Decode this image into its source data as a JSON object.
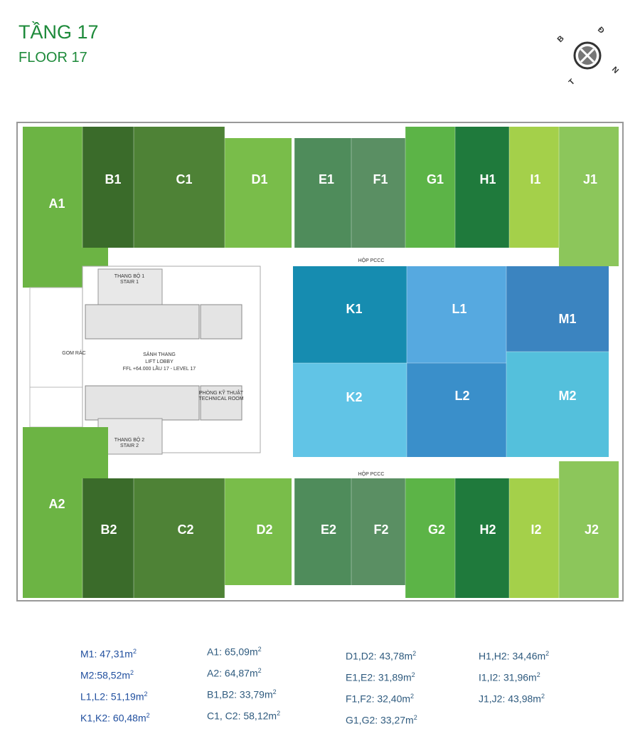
{
  "title": {
    "vi": "TẦNG 17",
    "en": "FLOOR 17"
  },
  "compass": {
    "letters": [
      "B",
      "Đ",
      "N",
      "T"
    ]
  },
  "plan": {
    "units": [
      "A1",
      "B1",
      "C1",
      "D1",
      "E1",
      "F1",
      "G1",
      "H1",
      "I1",
      "J1",
      "K1",
      "L1",
      "M1",
      "K2",
      "L2",
      "M2",
      "A2",
      "B2",
      "C2",
      "D2",
      "E2",
      "F2",
      "G2",
      "H2",
      "I2",
      "J2"
    ],
    "colors": {
      "A": "#6cb444",
      "B": "#3a6b2a",
      "C": "#4e8236",
      "D": "#79bd4a",
      "E": "#4f8c5b",
      "F": "#5a8f63",
      "G": "#5cb447",
      "H": "#1f7a3c",
      "I": "#a4d04a",
      "J": "#8cc65b",
      "K1": "#168cb0",
      "L1": "#56a9e0",
      "M1": "#3b84c0",
      "K2": "#61c4e6",
      "L2": "#3a8fca",
      "M2": "#54c0dc"
    },
    "labels": {
      "hop_pccc": "HỘP PCCC",
      "com_rac": "GOM RÁC",
      "lobby_vi": "SẢNH THANG",
      "lobby_en": "LIFT LOBBY",
      "level": "FFL +64.000 LẦU 17 - LEVEL 17",
      "stair1": "THANG BỘ 1",
      "stair1_en": "STAIR 1",
      "stair2": "THANG BỘ 2",
      "stair2_en": "STAIR 2",
      "technical": "PHÒNG KỸ THUẬT",
      "technical_en": "TECHNICAL ROOM"
    }
  },
  "areas": {
    "col1": [
      {
        "text": "M1: 47,31m",
        "sup": "2"
      },
      {
        "text": "M2:58,52m",
        "sup": "2"
      },
      {
        "text": "L1,L2: 51,19m",
        "sup": "2"
      },
      {
        "text": "K1,K2: 60,48m",
        "sup": "2"
      }
    ],
    "col2": [
      {
        "text": "A1: 65,09m",
        "sup": "2"
      },
      {
        "text": "A2: 64,87m",
        "sup": "2"
      },
      {
        "text": "B1,B2: 33,79m",
        "sup": "2"
      },
      {
        "text": "C1, C2: 58,12m",
        "sup": "2"
      }
    ],
    "col3": [
      {
        "text": "D1,D2: 43,78m",
        "sup": "2"
      },
      {
        "text": "E1,E2: 31,89m",
        "sup": "2"
      },
      {
        "text": "F1,F2: 32,40m",
        "sup": "2"
      },
      {
        "text": "G1,G2: 33,27m",
        "sup": "2"
      }
    ],
    "col4": [
      {
        "text": "H1,H2: 34,46m",
        "sup": "2"
      },
      {
        "text": "I1,I2: 31,96m",
        "sup": "2"
      },
      {
        "text": "J1,J2: 43,98m",
        "sup": "2"
      }
    ]
  }
}
